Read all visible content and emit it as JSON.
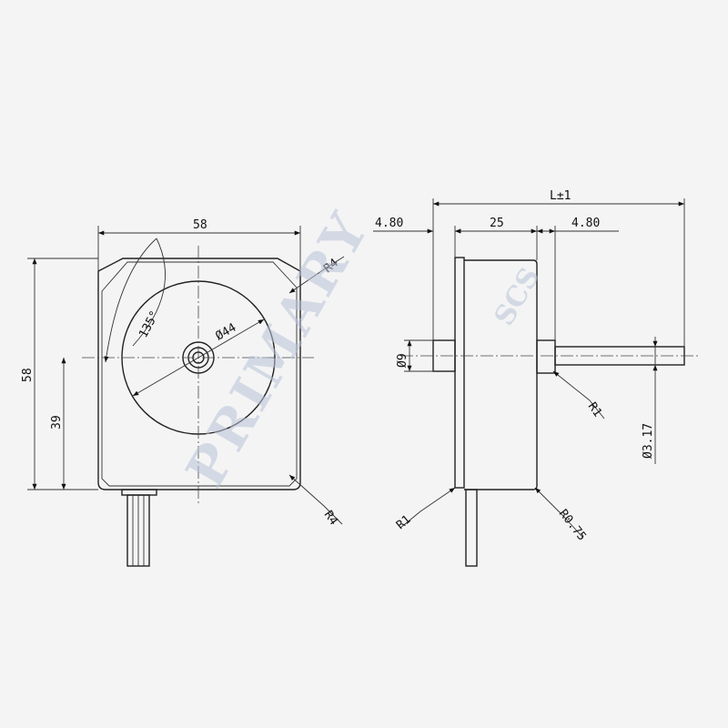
{
  "front_view": {
    "width_label": "58",
    "height_label": "58",
    "center_height_label": "39",
    "angle_label": "135°",
    "diameter_label": "Ø44",
    "radius_top_label": "R4",
    "radius_bottom_label": "R4"
  },
  "side_view": {
    "length_label": "L±1",
    "left_offset_label": "4.80",
    "body_label": "25",
    "right_offset_label": "4.80",
    "boss_diameter_label": "Ø9",
    "shaft_diameter_label": "Ø3.17",
    "radius_boss_label": "R1",
    "radius_flange_label": "R1",
    "radius_body_label": "R0.75"
  },
  "watermark": {
    "brand": "PRIMARY",
    "sub": "SCS",
    "color": "#b9c3d8"
  }
}
